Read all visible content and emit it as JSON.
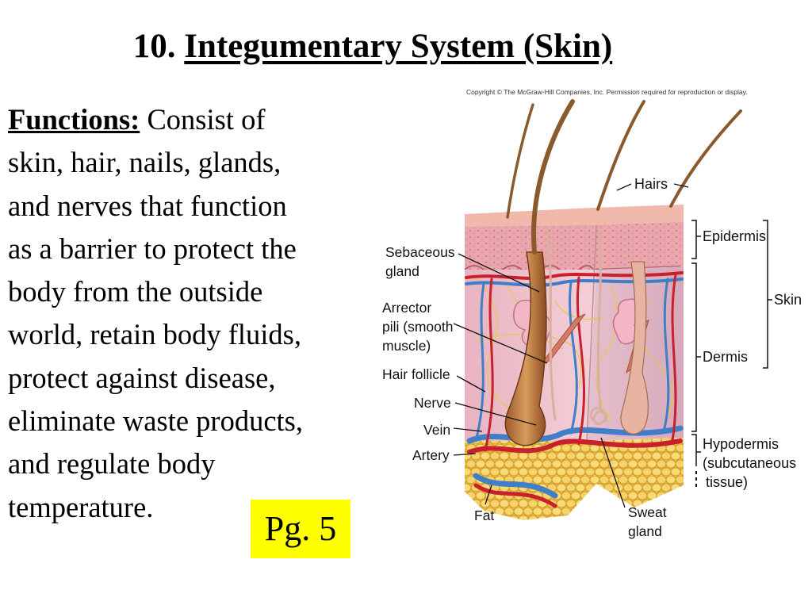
{
  "slide": {
    "number": "10.",
    "title": "Integumentary System (Skin)",
    "lead": "Functions:",
    "lines": [
      "Consist of",
      "skin, hair, nails, glands,",
      "and nerves that function",
      "as a barrier to protect the",
      "body from the outside",
      "world, retain body fluids,",
      "protect against disease,",
      "eliminate waste products,",
      "and regulate body",
      "temperature."
    ],
    "page_ref": "Pg. 5"
  },
  "figure": {
    "copyright": "Copyright © The McGraw-Hill Companies, Inc. Permission required for reproduction or display.",
    "labels": {
      "hairs": "Hairs",
      "epidermis": "Epidermis",
      "skin": "Skin",
      "dermis": "Dermis",
      "hypodermis_1": "Hypodermis",
      "hypodermis_2": "(subcutaneous",
      "hypodermis_3": "tissue)",
      "sebaceous_1": "Sebaceous",
      "sebaceous_2": "gland",
      "arrector_1": "Arrector",
      "arrector_2": "pili (smooth",
      "arrector_3": "muscle)",
      "hair_follicle": "Hair follicle",
      "nerve": "Nerve",
      "vein": "Vein",
      "artery": "Artery",
      "fat": "Fat",
      "sweat_1": "Sweat",
      "sweat_2": "gland"
    },
    "colors": {
      "epidermis": "#e8a3a8",
      "dermis": "#f0c6cf",
      "fat": "#f3cf62",
      "hair": "#8a5a2c",
      "artery": "#c8202c",
      "vein": "#3f7fc8",
      "nerve": "#e7d35c"
    }
  }
}
